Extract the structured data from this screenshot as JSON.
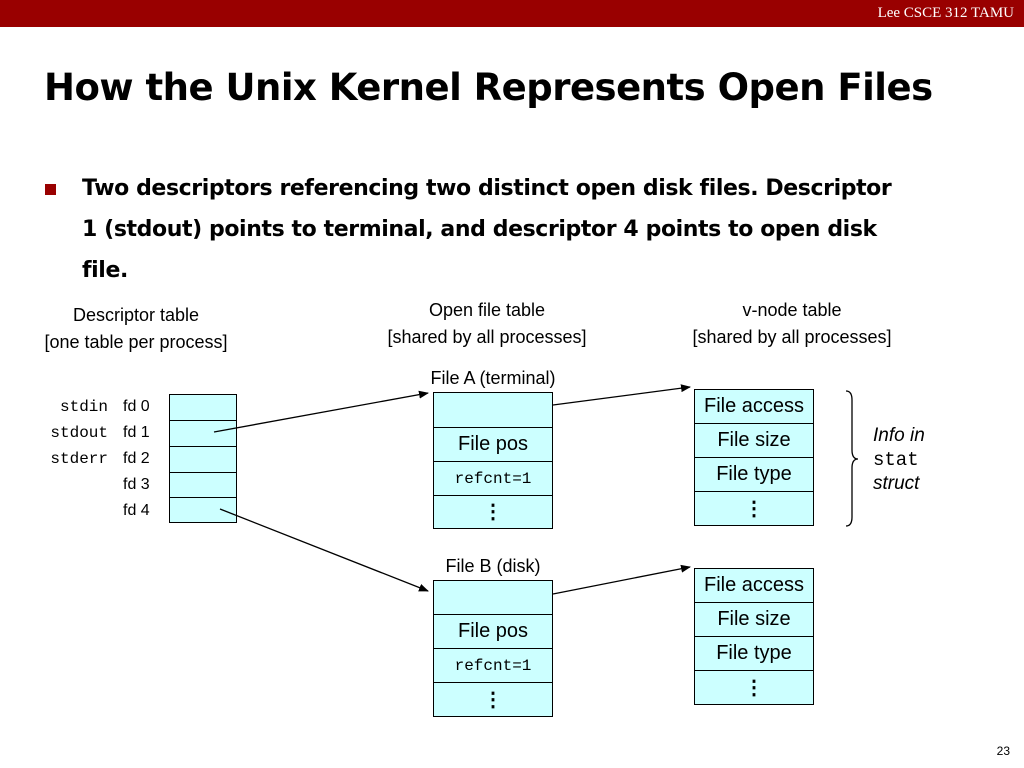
{
  "header": {
    "course": "Lee CSCE 312 TAMU"
  },
  "slide": {
    "title": "How the Unix Kernel Represents Open Files",
    "bullet": "Two descriptors referencing two distinct open disk files. Descriptor 1 (stdout) points to terminal, and descriptor 4 points to open disk file.",
    "page_number": "23"
  },
  "descriptor_table": {
    "title_line1": "Descriptor table",
    "title_line2": "[one table per process]",
    "std_names": [
      "stdin",
      "stdout",
      "stderr"
    ],
    "fd_labels": [
      "fd 0",
      "fd 1",
      "fd 2",
      "fd 3",
      "fd 4"
    ]
  },
  "open_file_table": {
    "title_line1": "Open file table",
    "title_line2": "[shared by all processes]",
    "file_a": {
      "label": "File A (terminal)",
      "pos": "File pos",
      "refcnt": "refcnt=1",
      "more": "⋮"
    },
    "file_b": {
      "label": "File B (disk)",
      "pos": "File pos",
      "refcnt": "refcnt=1",
      "more": "⋮"
    }
  },
  "vnode_table": {
    "title_line1": "v-node table",
    "title_line2": "[shared by all processes]",
    "a": {
      "access": "File access",
      "size": "File size",
      "type": "File type",
      "more": "⋮"
    },
    "b": {
      "access": "File access",
      "size": "File size",
      "type": "File type",
      "more": "⋮"
    }
  },
  "info": {
    "line1": "Info in",
    "line2": "stat",
    "line3": "struct"
  },
  "colors": {
    "banner": "#990000",
    "cell_fill": "#ccffff"
  }
}
